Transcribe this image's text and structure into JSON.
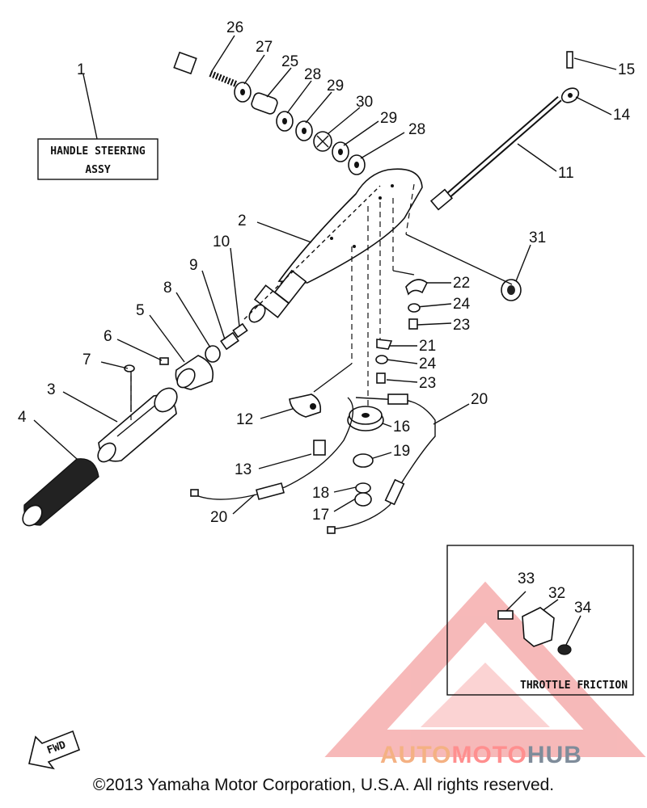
{
  "callouts": {
    "c1": "1",
    "c2": "2",
    "c3": "3",
    "c4": "4",
    "c5": "5",
    "c6": "6",
    "c7": "7",
    "c8": "8",
    "c9": "9",
    "c10": "10",
    "c11": "11",
    "c12": "12",
    "c13": "13",
    "c14": "14",
    "c15": "15",
    "c16": "16",
    "c17": "17",
    "c18": "18",
    "c19": "19",
    "c20a": "20",
    "c20b": "20",
    "c21": "21",
    "c22": "22",
    "c23a": "23",
    "c23b": "23",
    "c24a": "24",
    "c24b": "24",
    "c25": "25",
    "c26": "26",
    "c27": "27",
    "c28a": "28",
    "c28b": "28",
    "c29a": "29",
    "c29b": "29",
    "c30": "30",
    "c31": "31",
    "c32": "32",
    "c33": "33",
    "c34": "34"
  },
  "handle_box": {
    "line1": "HANDLE STEERING",
    "line2": "ASSY"
  },
  "inset": {
    "caption": "THROTTLE FRICTION"
  },
  "fwd_label": "FWD",
  "watermark": {
    "auto": "AUTO",
    "moto": "MOTO",
    "hub": "HUB",
    "color_auto": "#f4b183",
    "color_moto": "#ff8f8f",
    "color_hub": "#7f8c9a"
  },
  "copyright": "©2013 Yamaha Motor Corporation, U.S.A. All rights reserved."
}
